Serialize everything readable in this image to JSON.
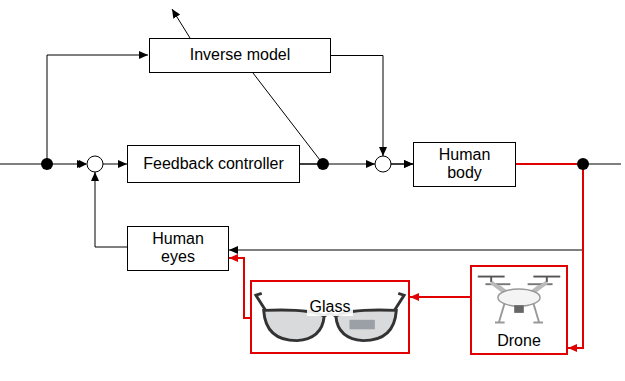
{
  "diagram": {
    "nodes": [
      {
        "text": [
          "Inverse model"
        ]
      },
      {
        "text": [
          "Feedback controller"
        ]
      },
      {
        "text": [
          "Human body"
        ]
      },
      {
        "text": [
          "Human eyes"
        ]
      },
      {
        "text": [
          "Glass"
        ]
      },
      {
        "text": [
          "Drone"
        ]
      }
    ],
    "edges": [
      {
        "from": 1,
        "to": 2,
        "arrow": "to"
      },
      {
        "from": 0,
        "to": 2,
        "arrow": "to"
      },
      {
        "from": 1,
        "to": 0,
        "arrow": "none"
      },
      {
        "from": 2,
        "to": 3,
        "arrow": "to"
      },
      {
        "from": 3,
        "to": 1,
        "arrow": "to"
      },
      {
        "from": 2,
        "to": 5,
        "arrow": "to"
      },
      {
        "from": 5,
        "to": 4,
        "arrow": "to"
      },
      {
        "from": 4,
        "to": 3,
        "arrow": "to"
      }
    ]
  }
}
